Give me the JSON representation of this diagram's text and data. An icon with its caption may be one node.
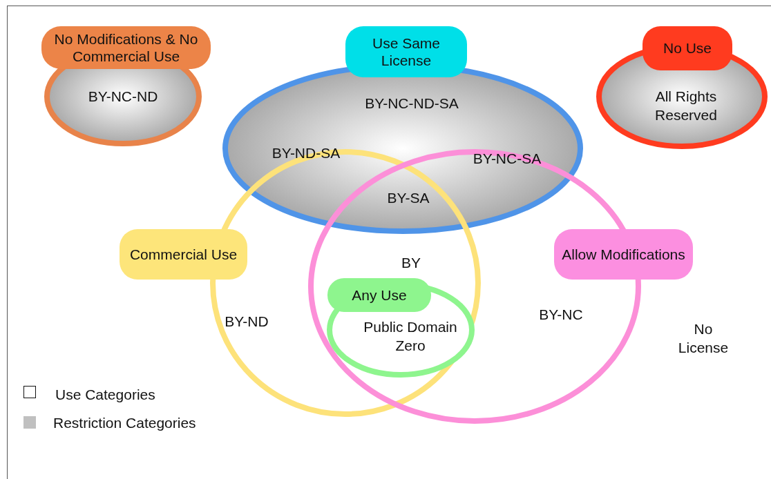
{
  "diagram": {
    "nodes": [
      {
        "text": [
          "No Modifications & No Commercial Use",
          "BY-NC-ND"
        ]
      },
      {
        "text": [
          "Use Same License",
          "BY-NC-ND-SA"
        ]
      },
      {
        "text": [
          "No Use",
          "All Rights Reserved"
        ]
      },
      {
        "text": [
          "Commercial Use",
          "BY-ND"
        ]
      },
      {
        "text": [
          "Allow Modifications",
          "BY-NC"
        ]
      },
      {
        "text": [
          "Any Use",
          "Public Domain Zero"
        ]
      }
    ],
    "labels": [
      "BY-ND-SA",
      "BY-NC-SA",
      "BY-SA",
      "BY",
      "No License"
    ],
    "legend": [
      {
        "text": "Use Categories",
        "color": "#ffffff"
      },
      {
        "text": "Restriction Categories",
        "color": "#c0c0c0"
      }
    ]
  }
}
